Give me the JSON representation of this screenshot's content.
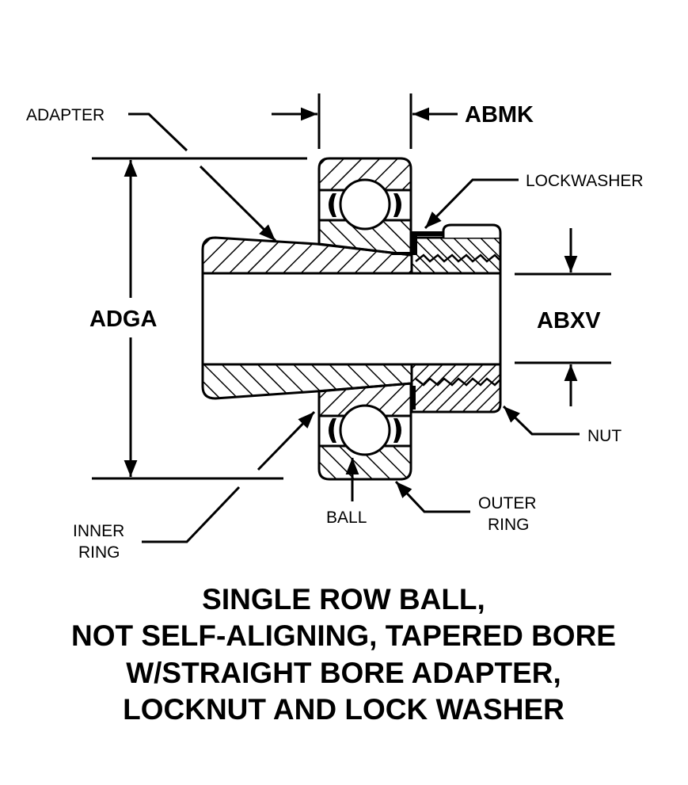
{
  "diagram": {
    "type": "technical-cross-section",
    "subject": "ball bearing with adapter sleeve",
    "callouts": {
      "adapter": "ADAPTER",
      "lockwasher": "LOCKWASHER",
      "nut": "NUT",
      "ball": "BALL",
      "outer_ring_line1": "OUTER",
      "outer_ring_line2": "RING",
      "inner_ring_line1": "INNER",
      "inner_ring_line2": "RING"
    },
    "dimensions": {
      "width": "ABMK",
      "outer_diameter": "ADGA",
      "bore_diameter": "ABXV"
    },
    "caption": {
      "line1": "SINGLE ROW BALL,",
      "line2": "NOT SELF-ALIGNING, TAPERED BORE",
      "line3": "W/STRAIGHT BORE ADAPTER,",
      "line4": "LOCKNUT AND LOCK WASHER"
    },
    "colors": {
      "ink": "#000000",
      "paper": "#ffffff"
    }
  }
}
